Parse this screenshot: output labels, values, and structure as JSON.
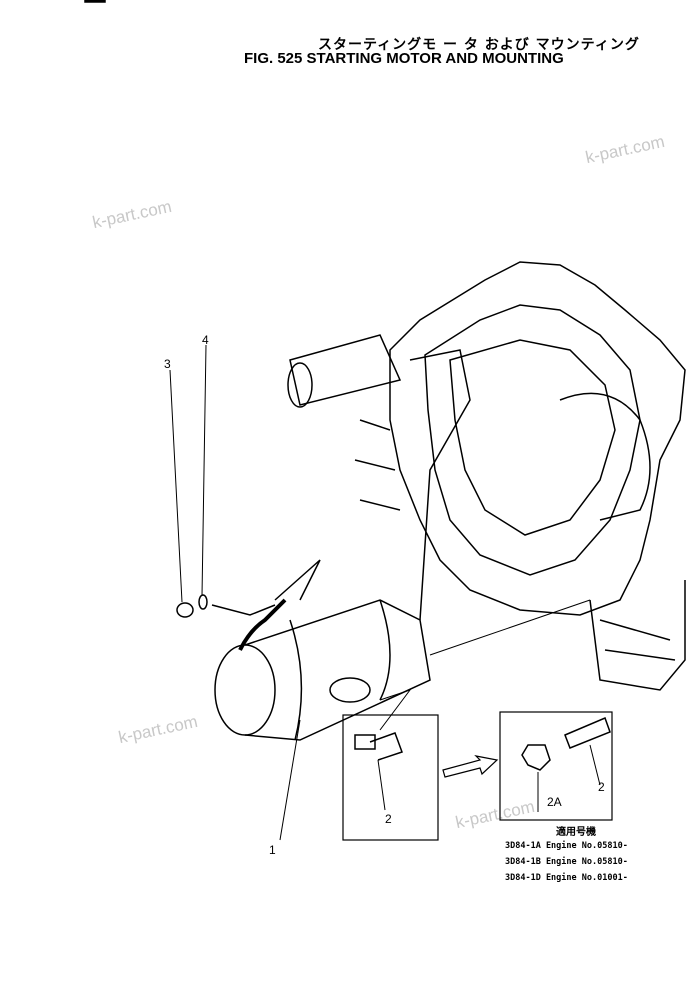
{
  "header": {
    "title_jp": "スターティングモ ー タ および マウンティング",
    "title": "FIG. 525  STARTING MOTOR AND MOUNTING"
  },
  "watermark": "k-part.com",
  "callouts": [
    "1",
    "2",
    "2",
    "2A",
    "3",
    "4"
  ],
  "applicability": {
    "heading": "適用号機",
    "rows": [
      "3D84-1A Engine No.05810-",
      "3D84-1B Engine No.05810-",
      "3D84-1D Engine No.01001-"
    ]
  }
}
